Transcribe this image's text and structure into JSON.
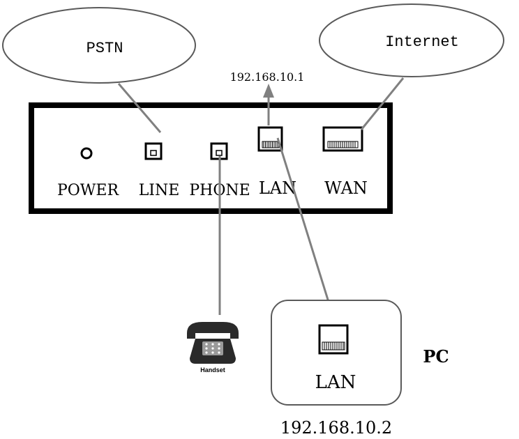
{
  "clouds": {
    "pstn": "PSTN",
    "internet": "Internet"
  },
  "router": {
    "lan_ip": "192.168.10.1",
    "ports": {
      "power": "POWER",
      "line": "LINE",
      "phone": "PHONE",
      "lan": "LAN",
      "wan": "WAN"
    }
  },
  "handset": {
    "label": "Handset",
    "icon": "telephone-icon"
  },
  "pc": {
    "title": "PC",
    "port_label": "LAN",
    "ip": "192.168.10.2"
  },
  "colors": {
    "cable": "#808080",
    "outline": "#000000",
    "cloud": "#5a5a5a"
  }
}
